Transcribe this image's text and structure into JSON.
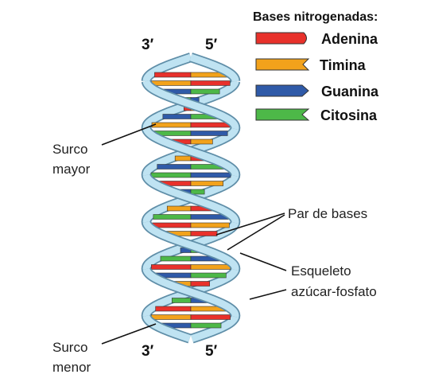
{
  "strand_ends": {
    "top_left": "3′",
    "top_right": "5′",
    "bottom_left": "3′",
    "bottom_right": "5′"
  },
  "legend": {
    "title": "Bases nitrogenadas:",
    "items": [
      {
        "label": "Adenina",
        "color": "#e8312b",
        "icon": "adenine-base-icon"
      },
      {
        "label": "Timina",
        "color": "#f2a21b",
        "icon": "thymine-base-icon"
      },
      {
        "label": "Guanina",
        "color": "#2f5aa8",
        "icon": "guanine-base-icon"
      },
      {
        "label": "Citosina",
        "color": "#4db848",
        "icon": "cytosine-base-icon"
      }
    ]
  },
  "labels": {
    "major_groove_line1": "Surco",
    "major_groove_line2": "mayor",
    "base_pair": "Par de bases",
    "backbone_line1": "Esqueleto",
    "backbone_line2": "azúcar-fosfato",
    "minor_groove_line1": "Surco",
    "minor_groove_line2": "menor"
  },
  "colors": {
    "backbone_fill": "#bfe3f2",
    "backbone_edge": "#5f8ea8"
  }
}
